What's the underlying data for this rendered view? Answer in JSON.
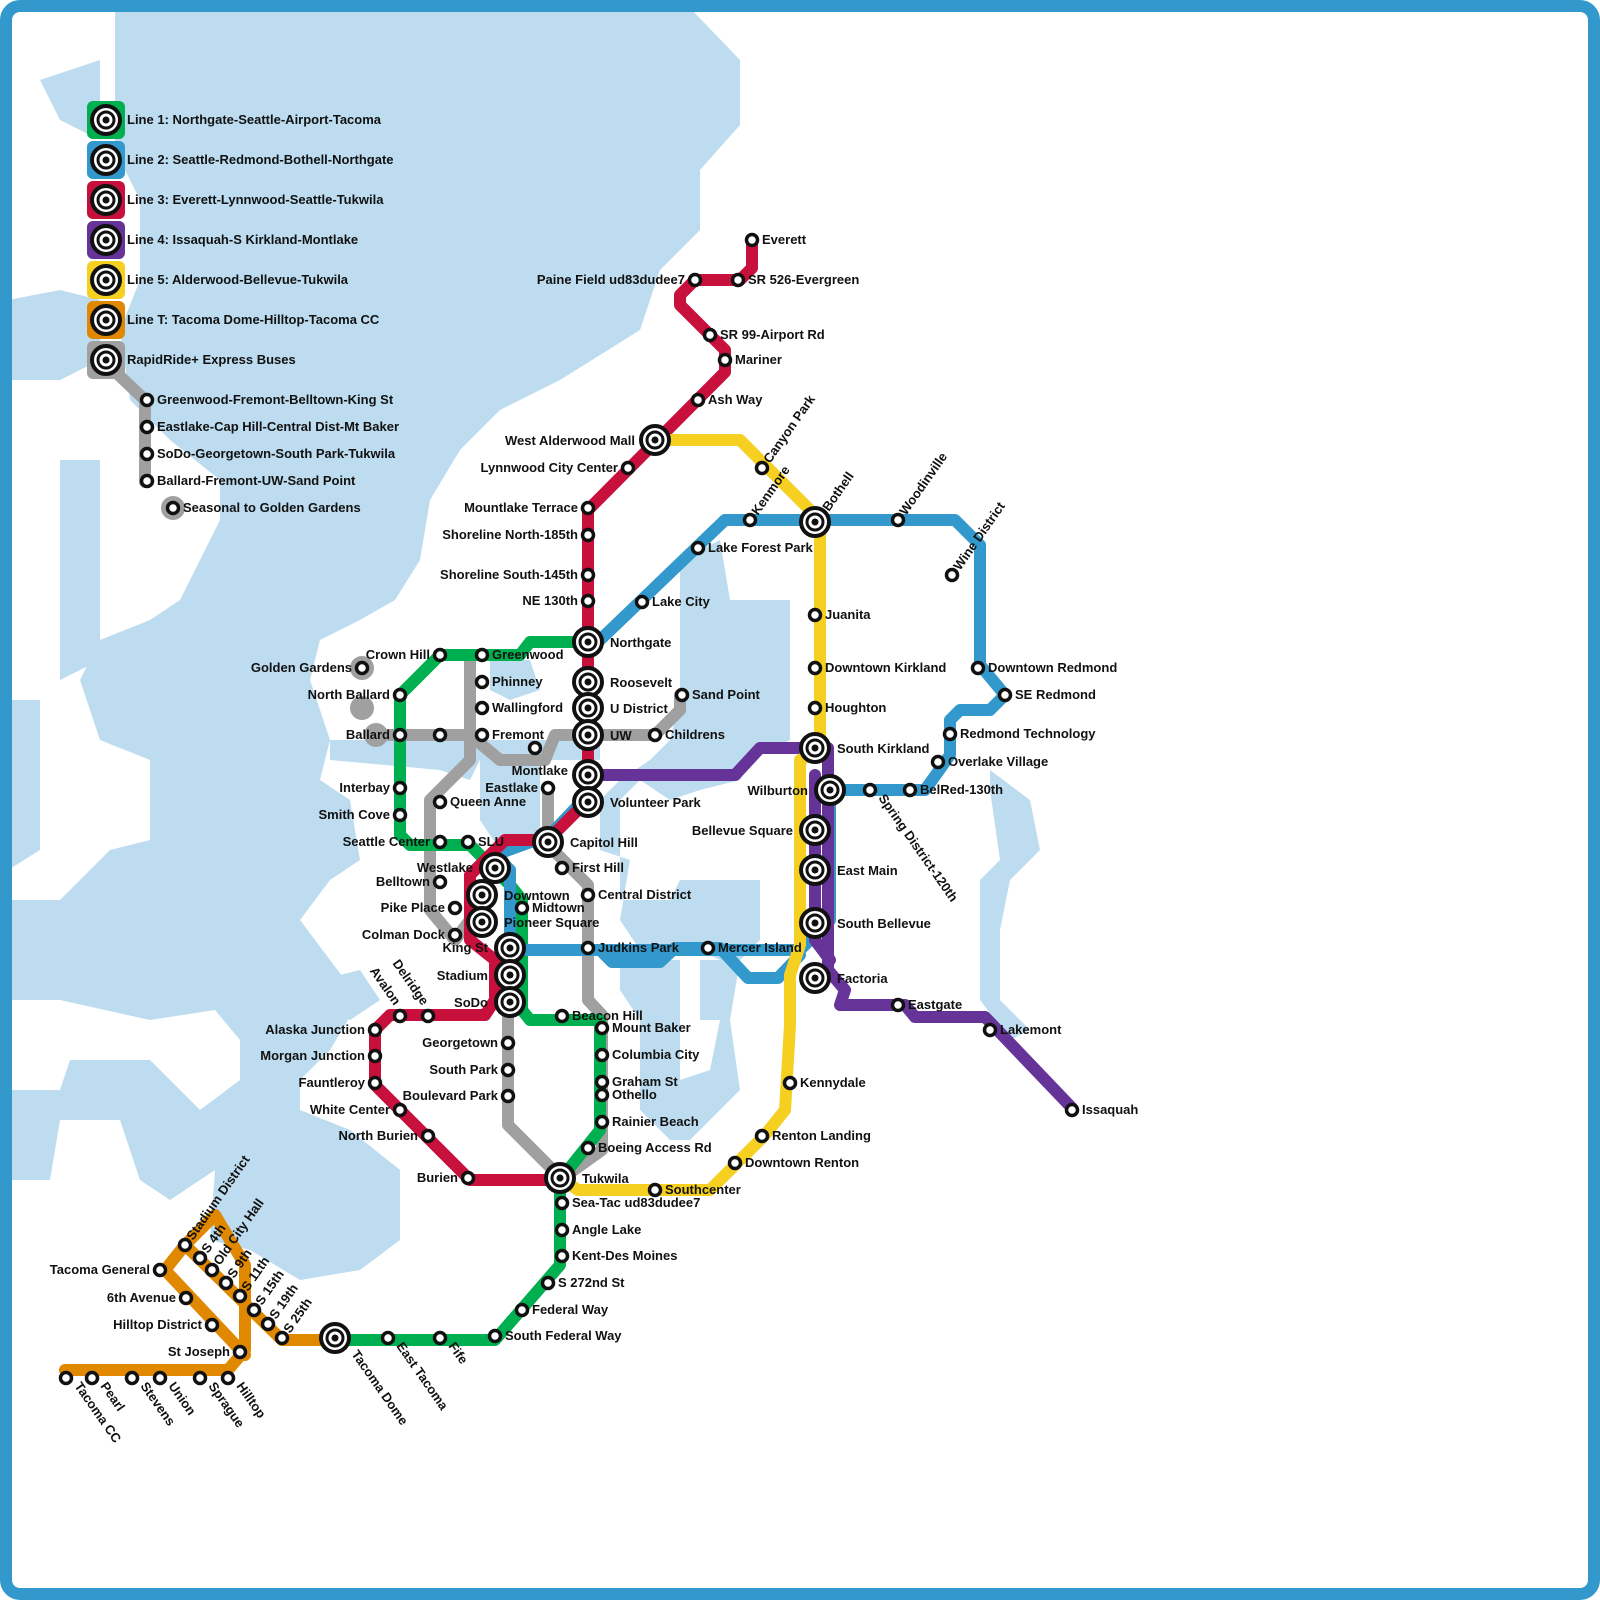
{
  "colors": {
    "frame": "#3399cc",
    "water": "#bddcf0",
    "line1": "#00b050",
    "line2": "#3399cc",
    "line3": "#c8103c",
    "line4": "#663399",
    "line5": "#f5d020",
    "lineT": "#e08800",
    "rapid": "#a0a0a0"
  },
  "legend": [
    {
      "label": "Line 1: Northgate-Seattle-Airport-Tacoma",
      "color": "#00b050"
    },
    {
      "label": "Line 2: Seattle-Redmond-Bothell-Northgate",
      "color": "#3399cc"
    },
    {
      "label": "Line 3: Everett-Lynnwood-Seattle-Tukwila",
      "color": "#c8103c"
    },
    {
      "label": "Line 4: Issaquah-S Kirkland-Montlake",
      "color": "#663399"
    },
    {
      "label": "Line 5: Alderwood-Bellevue-Tukwila",
      "color": "#f5d020"
    },
    {
      "label": "Line T: Tacoma Dome-Hilltop-Tacoma CC",
      "color": "#e08800"
    },
    {
      "label": "RapidRide+ Express Buses",
      "color": "#a0a0a0"
    }
  ],
  "bus_routes": [
    "Greenwood-Fremont-Belltown-King St",
    "Eastlake-Cap Hill-Central Dist-Mt Baker",
    "SoDo-Georgetown-South Park-Tukwila",
    "Ballard-Fremont-UW-Sand Point",
    "Seasonal to Golden Gardens"
  ],
  "stations": {
    "everett": "Everett",
    "paine": "Paine Field ud83dudee7",
    "sr526": "SR 526-Evergreen",
    "sr99": "SR 99-Airport Rd",
    "mariner": "Mariner",
    "ashway": "Ash Way",
    "alderwood": "West Alderwood Mall",
    "lynnwood": "Lynnwood City Center",
    "mlt": "Mountlake Terrace",
    "sn185": "Shoreline North-185th",
    "ss145": "Shoreline South-145th",
    "ne130": "NE 130th",
    "northgate": "Northgate",
    "roosevelt": "Roosevelt",
    "udistrict": "U District",
    "uw": "UW",
    "montlake": "Montlake",
    "volunteer": "Volunteer Park",
    "caphill": "Capitol Hill",
    "canyon": "Canyon Park",
    "kenmore": "Kenmore",
    "bothell": "Bothell",
    "woodinville": "Woodinville",
    "wine": "Wine District",
    "lfp": "Lake Forest Park",
    "lakecity": "Lake City",
    "juanita": "Juanita",
    "dtkirkland": "Downtown Kirkland",
    "houghton": "Houghton",
    "skirkland": "South Kirkland",
    "dtredmond": "Downtown Redmond",
    "seredmond": "SE Redmond",
    "redtech": "Redmond Technology",
    "overlake": "Overlake Village",
    "belred": "BelRed-130th",
    "wilburton": "Wilburton",
    "spring": "Spring District-120th",
    "bsquare": "Bellevue Square",
    "eastmain": "East Main",
    "sbellevue": "South Bellevue",
    "factoria": "Factoria",
    "eastgate": "Eastgate",
    "lakemont": "Lakemont",
    "issaquah": "Issaquah",
    "crownhill": "Crown Hill",
    "greenwood": "Greenwood",
    "phinney": "Phinney",
    "wallingford": "Wallingford",
    "fremont": "Fremont",
    "childrens": "Childrens",
    "sandpoint": "Sand Point",
    "goldengardens": "Golden Gardens",
    "nballard": "North Ballard",
    "ballard": "Ballard",
    "interbay": "Interbay",
    "smithcove": "Smith Cove",
    "seattlecenter": "Seattle Center",
    "queenanne": "Queen Anne",
    "slu": "SLU",
    "eastlake": "Eastlake",
    "westlake": "Westlake",
    "belltown": "Belltown",
    "downtown": "Downtown",
    "midtown": "Midtown",
    "pikeplace": "Pike Place",
    "pioneer": "Pioneer Square",
    "colman": "Colman Dock",
    "firsthill": "First Hill",
    "central": "Central District",
    "kingst": "King St",
    "judkins": "Judkins Park",
    "mercer": "Mercer Island",
    "stadium": "Stadium",
    "sodo": "SoDo",
    "beacon": "Beacon Hill",
    "mtbaker": "Mount Baker",
    "columbia": "Columbia City",
    "graham": "Graham St",
    "othello": "Othello",
    "rainier": "Rainier Beach",
    "boeing": "Boeing Access Rd",
    "tukwila": "Tukwila",
    "southcenter": "Southcenter",
    "seatac": "Sea-Tac ud83dudee7",
    "angle": "Angle Lake",
    "kentdm": "Kent-Des Moines",
    "s272": "S 272nd St",
    "fedway": "Federal Way",
    "sfedway": "South Federal Way",
    "fife": "Fife",
    "etacoma": "East Tacoma",
    "tdome": "Tacoma Dome",
    "avalon": "Avalon",
    "delridge": "Delridge",
    "alaska": "Alaska Junction",
    "morgan": "Morgan Junction",
    "fauntleroy": "Fauntleroy",
    "whitecenter": "White Center",
    "nburien": "North Burien",
    "burien": "Burien",
    "georgetown": "Georgetown",
    "southpark": "South Park",
    "boulevard": "Boulevard Park",
    "kennydale": "Kennydale",
    "renlanding": "Renton Landing",
    "dtrenton": "Downtown Renton",
    "stadiumdist": "Stadium District",
    "s4th": "S 4th",
    "oldcity": "Old City Hall",
    "s9th": "S 9th",
    "s11th": "S 11th",
    "s15th": "S 15th",
    "s19th": "S 19th",
    "s25th": "S 25th",
    "tacgen": "Tacoma General",
    "sixthave": "6th Avenue",
    "hilltopdist": "Hilltop District",
    "stjoseph": "St Joseph",
    "hilltop": "Hilltop",
    "sprague": "Sprague",
    "union": "Union",
    "stevens": "Stevens",
    "pearl": "Pearl",
    "tacomacc": "Tacoma CC"
  }
}
